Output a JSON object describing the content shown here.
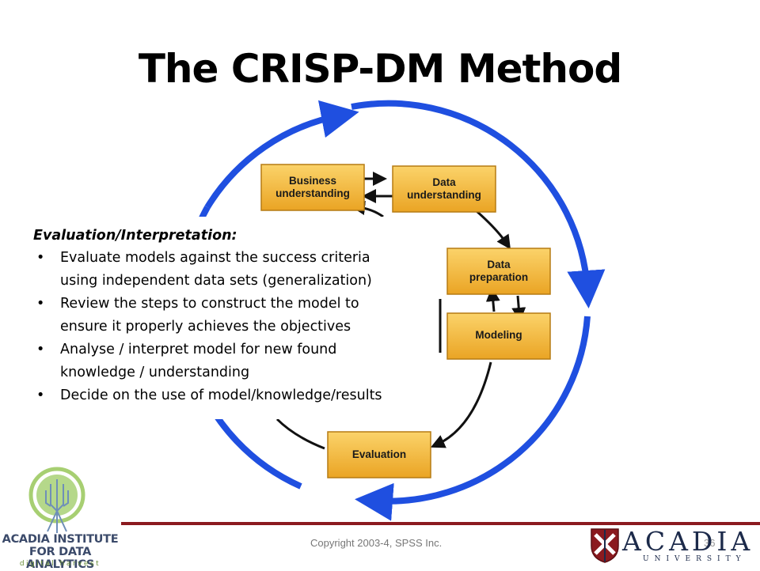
{
  "slide": {
    "title": "The CRISP-DM Method",
    "copyright": "Copyright 2003-4, SPSS Inc.",
    "page_number": "36"
  },
  "diagram": {
    "outer_cycle_color": "#1f4fe0",
    "box_color": "#f2b53a",
    "boxes": [
      {
        "id": "business",
        "lines": [
          "Business",
          "understanding"
        ]
      },
      {
        "id": "data-understanding",
        "lines": [
          "Data",
          "understanding"
        ]
      },
      {
        "id": "data-preparation",
        "lines": [
          "Data",
          "preparation"
        ]
      },
      {
        "id": "modeling",
        "lines": [
          "Modeling"
        ]
      },
      {
        "id": "evaluation",
        "lines": [
          "Evaluation"
        ]
      }
    ]
  },
  "panel": {
    "heading": "Evaluation/Interpretation:",
    "bullets": [
      [
        "Evaluate models against the success criteria",
        "using independent data sets (generalization)"
      ],
      [
        "Review the steps to construct the model to",
        "ensure it properly achieves the objectives"
      ],
      [
        "Analyse / interpret model for new found",
        "knowledge / understanding"
      ],
      [
        "Decide on the use of model/knowledge/results"
      ]
    ]
  },
  "logos": {
    "left": {
      "lines": [
        "ACADIA INSTITUTE",
        "FOR DATA ANALYTICS"
      ],
      "tagline": "digital harvest",
      "accent": "#8fbf5a"
    },
    "right": {
      "word": "ACADIA",
      "sub": "UNIVERSITY",
      "accent": "#8b1a1f"
    }
  }
}
